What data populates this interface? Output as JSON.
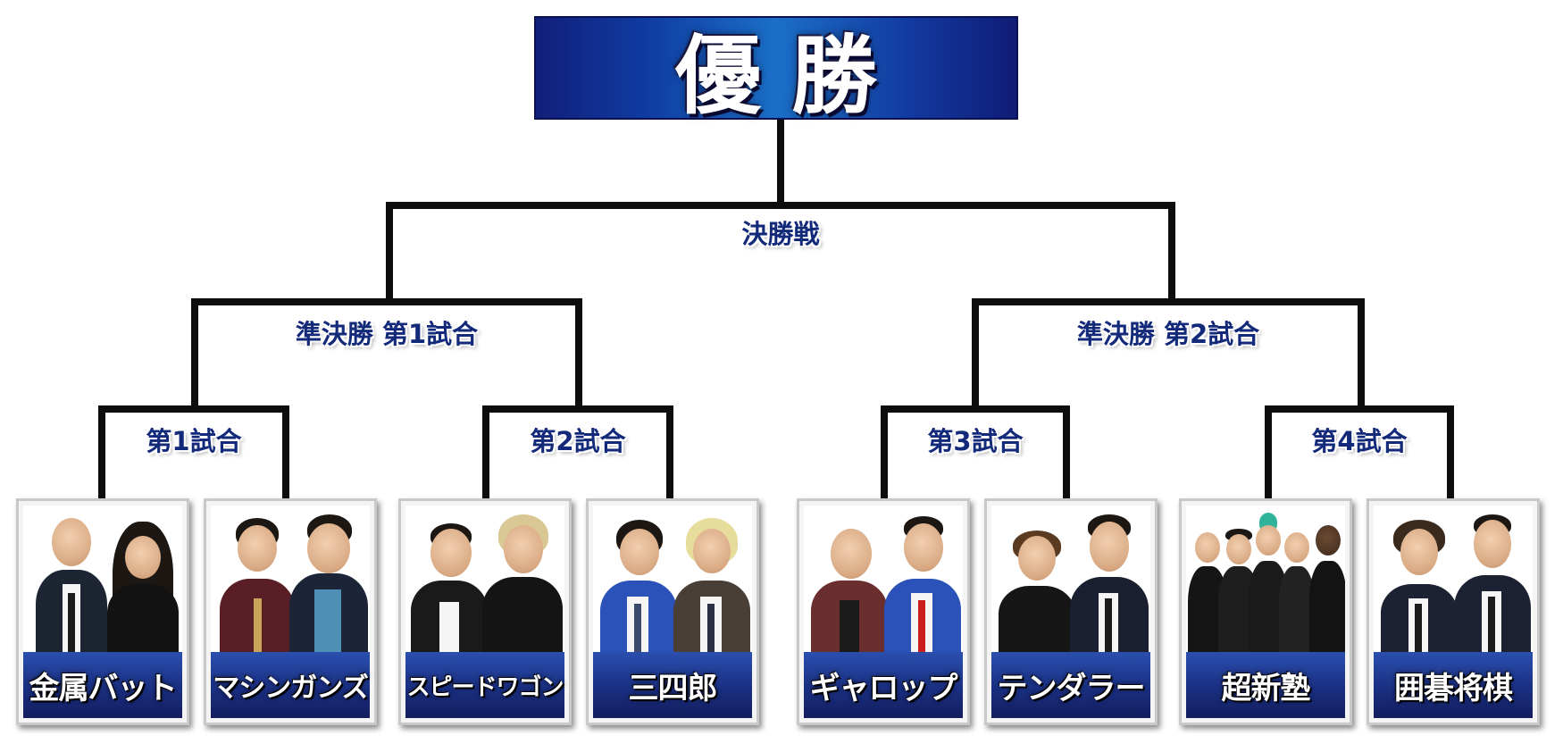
{
  "champion": {
    "title": "優勝"
  },
  "rounds": {
    "final": "決勝戦",
    "semi1": "準決勝 第1試合",
    "semi2": "準決勝 第2試合",
    "match1": "第1試合",
    "match2": "第2試合",
    "match3": "第3試合",
    "match4": "第4試合"
  },
  "teams": [
    {
      "name": "金属バット"
    },
    {
      "name": "マシンガンズ"
    },
    {
      "name": "スピードワゴン"
    },
    {
      "name": "三四郎"
    },
    {
      "name": "ギャロップ"
    },
    {
      "name": "テンダラー"
    },
    {
      "name": "超新塾"
    },
    {
      "name": "囲碁将棋"
    }
  ],
  "colors": {
    "accent": "#13297a",
    "banner": "#1b6fc8",
    "line": "#0d0d0d"
  }
}
